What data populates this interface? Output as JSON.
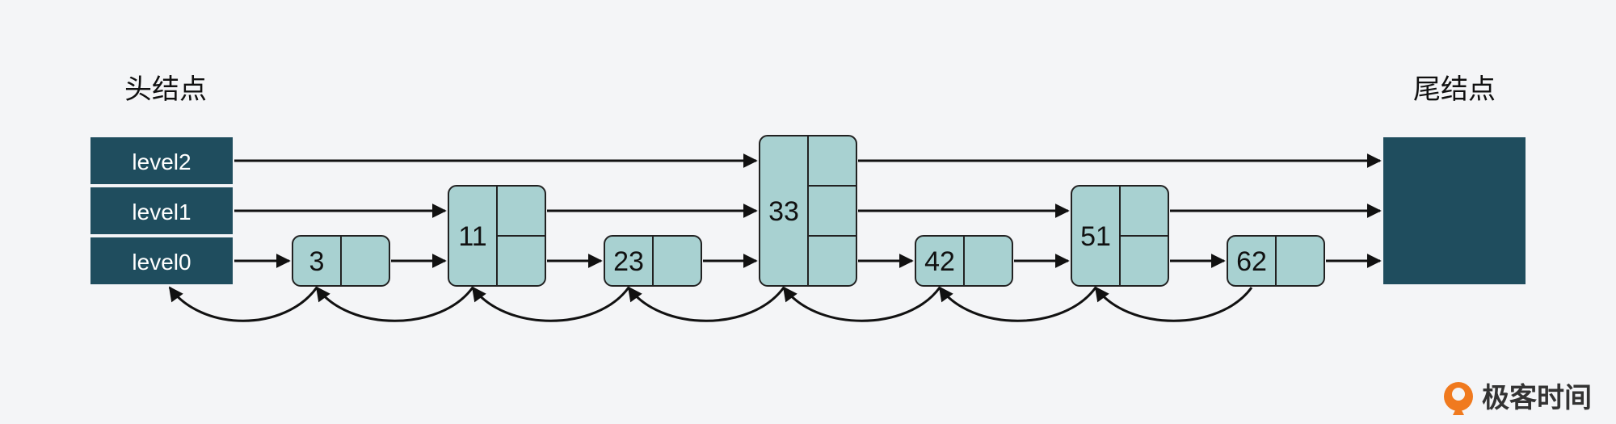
{
  "head_label": "头结点",
  "tail_label": "尾结点",
  "head_levels": [
    "level2",
    "level1",
    "level0"
  ],
  "nodes": [
    {
      "value": "3",
      "height": 1
    },
    {
      "value": "11",
      "height": 2
    },
    {
      "value": "23",
      "height": 1
    },
    {
      "value": "33",
      "height": 3
    },
    {
      "value": "42",
      "height": 1
    },
    {
      "value": "51",
      "height": 2
    },
    {
      "value": "62",
      "height": 1
    }
  ],
  "brand": {
    "name": "极客时间"
  },
  "colors": {
    "background": "#f4f5f7",
    "head_fill": "#1f4d5e",
    "node_fill": "#a8d1d1",
    "line": "#111111",
    "brand": "#f07a1f"
  }
}
